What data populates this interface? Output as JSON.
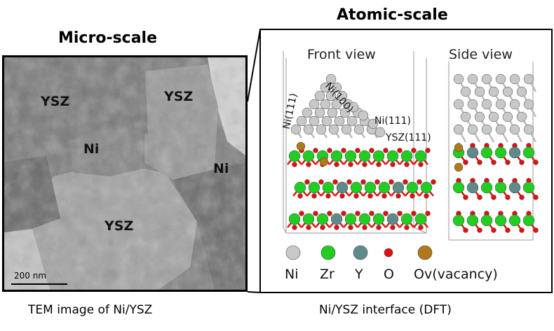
{
  "left_panel": {
    "title": "Micro-scale",
    "caption": "TEM image of Ni/YSZ",
    "labels": [
      "YSZ",
      "YSZ",
      "Ni",
      "Ni",
      "YSZ"
    ],
    "scale_bar": "200 nm"
  },
  "right_panel": {
    "title": "Atomic-scale",
    "caption": "Ni/YSZ interface (DFT)",
    "front_view": "Front view",
    "side_view": "Side view",
    "facets": [
      "Ni(111)",
      "Ni(100)",
      "Ni(111)",
      "YSZ(111)"
    ],
    "legend": [
      {
        "label": "Ni",
        "color": "#c8c8c8"
      },
      {
        "label": "Zr",
        "color": "#22cc22"
      },
      {
        "label": "Y",
        "color": "#5f8a8a"
      },
      {
        "label": "O",
        "color": "#e01010"
      },
      {
        "label": "Ov(vacancy)",
        "color": "#b07818"
      }
    ]
  }
}
